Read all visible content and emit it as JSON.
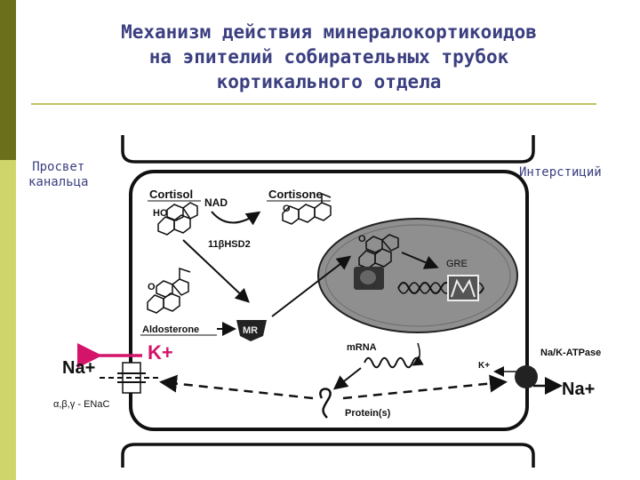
{
  "title": {
    "line1": "Механизм действия минералокортикоидов",
    "line2": "на эпителий собирательных трубок",
    "line3": "кортикального отдела"
  },
  "labels": {
    "lumen_line1": "Просвет",
    "lumen_line2": "канальца",
    "interstitium": "Интерстиций"
  },
  "diagram": {
    "cortisol": "Cortisol",
    "cortisol_ho": "HO",
    "nad": "NAD",
    "cortisone": "Cortisone",
    "cortisone_o": "O",
    "enzyme": "11βHSD2",
    "aldo_o": "O",
    "aldosterone": "Aldosterone",
    "mr": "MR",
    "nucleus_o": "O",
    "gre": "GRE",
    "k_red": "K+",
    "na_left": "Na+",
    "enac": "α,β,γ - ENaC",
    "mrna": "mRNA",
    "proteins": "Protein(s)",
    "k_small": "K+",
    "atpase": "Na/K-ATPase",
    "na_right": "Na+"
  },
  "colors": {
    "title": "#3b3f80",
    "sidebar": "#cfd56a",
    "sidebar_dark": "#6b6f1c",
    "k_arrow": "#d4146a",
    "nucleus": "#8f8f8f"
  }
}
